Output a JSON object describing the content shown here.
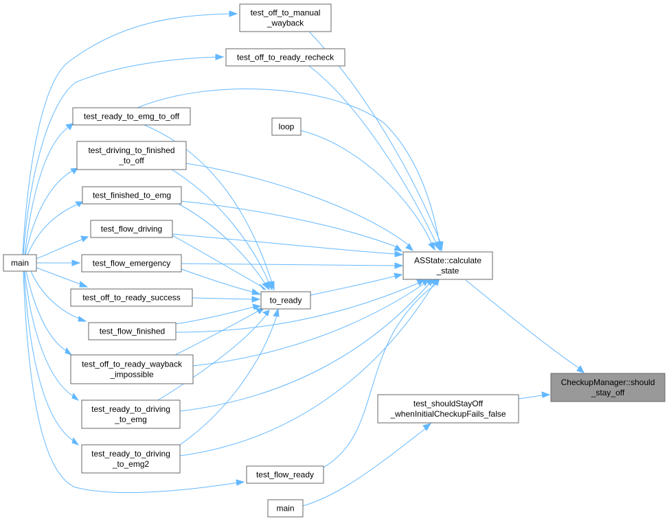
{
  "nodes": {
    "main_left": {
      "lines": [
        "main"
      ]
    },
    "test_off_to_manual_wayback": {
      "lines": [
        "test_off_to_manual",
        "_wayback"
      ]
    },
    "test_off_to_ready_recheck": {
      "lines": [
        "test_off_to_ready_recheck"
      ]
    },
    "test_ready_to_emg_to_off": {
      "lines": [
        "test_ready_to_emg_to_off"
      ]
    },
    "loop": {
      "lines": [
        "loop"
      ]
    },
    "test_driving_to_finished_to_off": {
      "lines": [
        "test_driving_to_finished",
        "_to_off"
      ]
    },
    "test_finished_to_emg": {
      "lines": [
        "test_finished_to_emg"
      ]
    },
    "test_flow_driving": {
      "lines": [
        "test_flow_driving"
      ]
    },
    "test_flow_emergency": {
      "lines": [
        "test_flow_emergency"
      ]
    },
    "test_off_to_ready_success": {
      "lines": [
        "test_off_to_ready_success"
      ]
    },
    "test_flow_finished": {
      "lines": [
        "test_flow_finished"
      ]
    },
    "test_off_to_ready_wayback_impossible": {
      "lines": [
        "test_off_to_ready_wayback",
        "_impossible"
      ]
    },
    "test_ready_to_driving_to_emg": {
      "lines": [
        "test_ready_to_driving",
        "_to_emg"
      ]
    },
    "test_ready_to_driving_to_emg2": {
      "lines": [
        "test_ready_to_driving",
        "_to_emg2"
      ]
    },
    "test_flow_ready": {
      "lines": [
        "test_flow_ready"
      ]
    },
    "main_bottom": {
      "lines": [
        "main"
      ]
    },
    "to_ready": {
      "lines": [
        "to_ready"
      ]
    },
    "asstate_calculate_state": {
      "lines": [
        "ASState::calculate",
        "_state"
      ]
    },
    "test_shouldStayOff": {
      "lines": [
        "test_shouldStayOff",
        "_whenInitialCheckupFails_false"
      ]
    },
    "checkupmanager_should_stay_off": {
      "lines": [
        "CheckupManager::should",
        "_stay_off"
      ]
    }
  },
  "colors": {
    "edge": "#63b8ff",
    "node_border": "#666666",
    "highlight_fill": "#999999",
    "background": "#ffffff"
  }
}
